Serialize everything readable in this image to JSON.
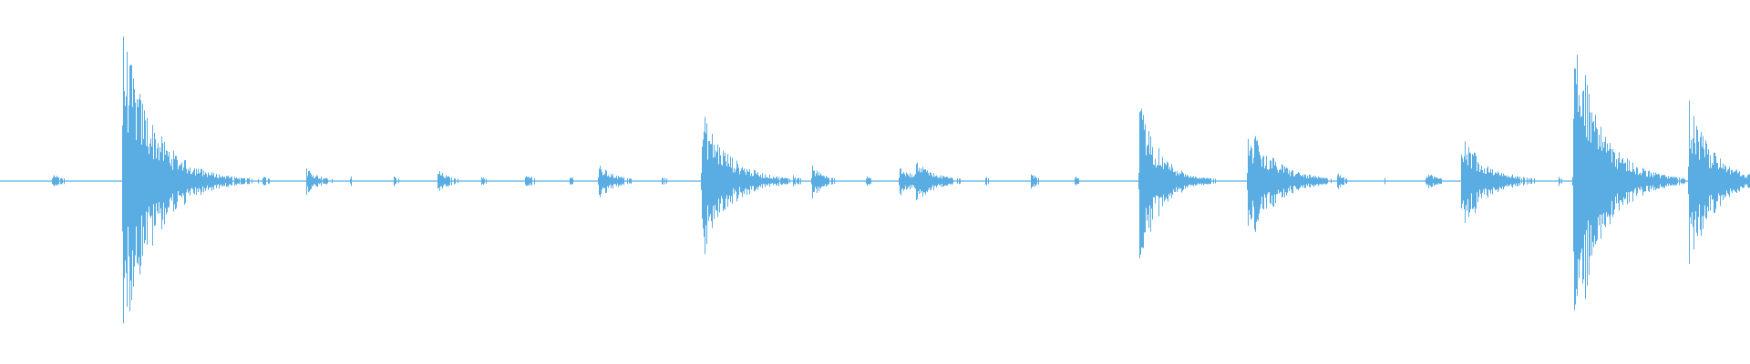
{
  "waveform": {
    "color": "#5aade3",
    "baseline_amplitude": 0.01,
    "transients": [
      {
        "time": 0.03,
        "peak": 0.05,
        "decay": 0.006
      },
      {
        "time": 0.07,
        "peak": 0.9,
        "decay": 0.018
      },
      {
        "time": 0.105,
        "peak": 0.08,
        "decay": 0.008
      },
      {
        "time": 0.15,
        "peak": 0.03,
        "decay": 0.005
      },
      {
        "time": 0.175,
        "peak": 0.08,
        "decay": 0.008
      },
      {
        "time": 0.2,
        "peak": 0.03,
        "decay": 0.004
      },
      {
        "time": 0.225,
        "peak": 0.03,
        "decay": 0.004
      },
      {
        "time": 0.25,
        "peak": 0.07,
        "decay": 0.007
      },
      {
        "time": 0.275,
        "peak": 0.03,
        "decay": 0.004
      },
      {
        "time": 0.3,
        "peak": 0.05,
        "decay": 0.005
      },
      {
        "time": 0.325,
        "peak": 0.03,
        "decay": 0.004
      },
      {
        "time": 0.342,
        "peak": 0.1,
        "decay": 0.01
      },
      {
        "time": 0.378,
        "peak": 0.03,
        "decay": 0.004
      },
      {
        "time": 0.401,
        "peak": 0.42,
        "decay": 0.016
      },
      {
        "time": 0.453,
        "peak": 0.04,
        "decay": 0.005
      },
      {
        "time": 0.464,
        "peak": 0.09,
        "decay": 0.007
      },
      {
        "time": 0.495,
        "peak": 0.03,
        "decay": 0.004
      },
      {
        "time": 0.514,
        "peak": 0.1,
        "decay": 0.008
      },
      {
        "time": 0.523,
        "peak": 0.12,
        "decay": 0.012
      },
      {
        "time": 0.563,
        "peak": 0.03,
        "decay": 0.004
      },
      {
        "time": 0.589,
        "peak": 0.05,
        "decay": 0.005
      },
      {
        "time": 0.614,
        "peak": 0.03,
        "decay": 0.004
      },
      {
        "time": 0.651,
        "peak": 0.48,
        "decay": 0.012
      },
      {
        "time": 0.664,
        "peak": 0.12,
        "decay": 0.01
      },
      {
        "time": 0.689,
        "peak": 0.03,
        "decay": 0.004
      },
      {
        "time": 0.713,
        "peak": 0.34,
        "decay": 0.016
      },
      {
        "time": 0.764,
        "peak": 0.05,
        "decay": 0.005
      },
      {
        "time": 0.79,
        "peak": 0.03,
        "decay": 0.004
      },
      {
        "time": 0.815,
        "peak": 0.06,
        "decay": 0.007
      },
      {
        "time": 0.835,
        "peak": 0.3,
        "decay": 0.014
      },
      {
        "time": 0.864,
        "peak": 0.03,
        "decay": 0.004
      },
      {
        "time": 0.89,
        "peak": 0.03,
        "decay": 0.004
      },
      {
        "time": 0.899,
        "peak": 0.95,
        "decay": 0.016
      },
      {
        "time": 0.916,
        "peak": 0.05,
        "decay": 0.006
      },
      {
        "time": 0.94,
        "peak": 0.03,
        "decay": 0.004
      },
      {
        "time": 0.965,
        "peak": 0.48,
        "decay": 0.014
      },
      {
        "time": 0.978,
        "peak": 0.1,
        "decay": 0.01
      }
    ]
  }
}
